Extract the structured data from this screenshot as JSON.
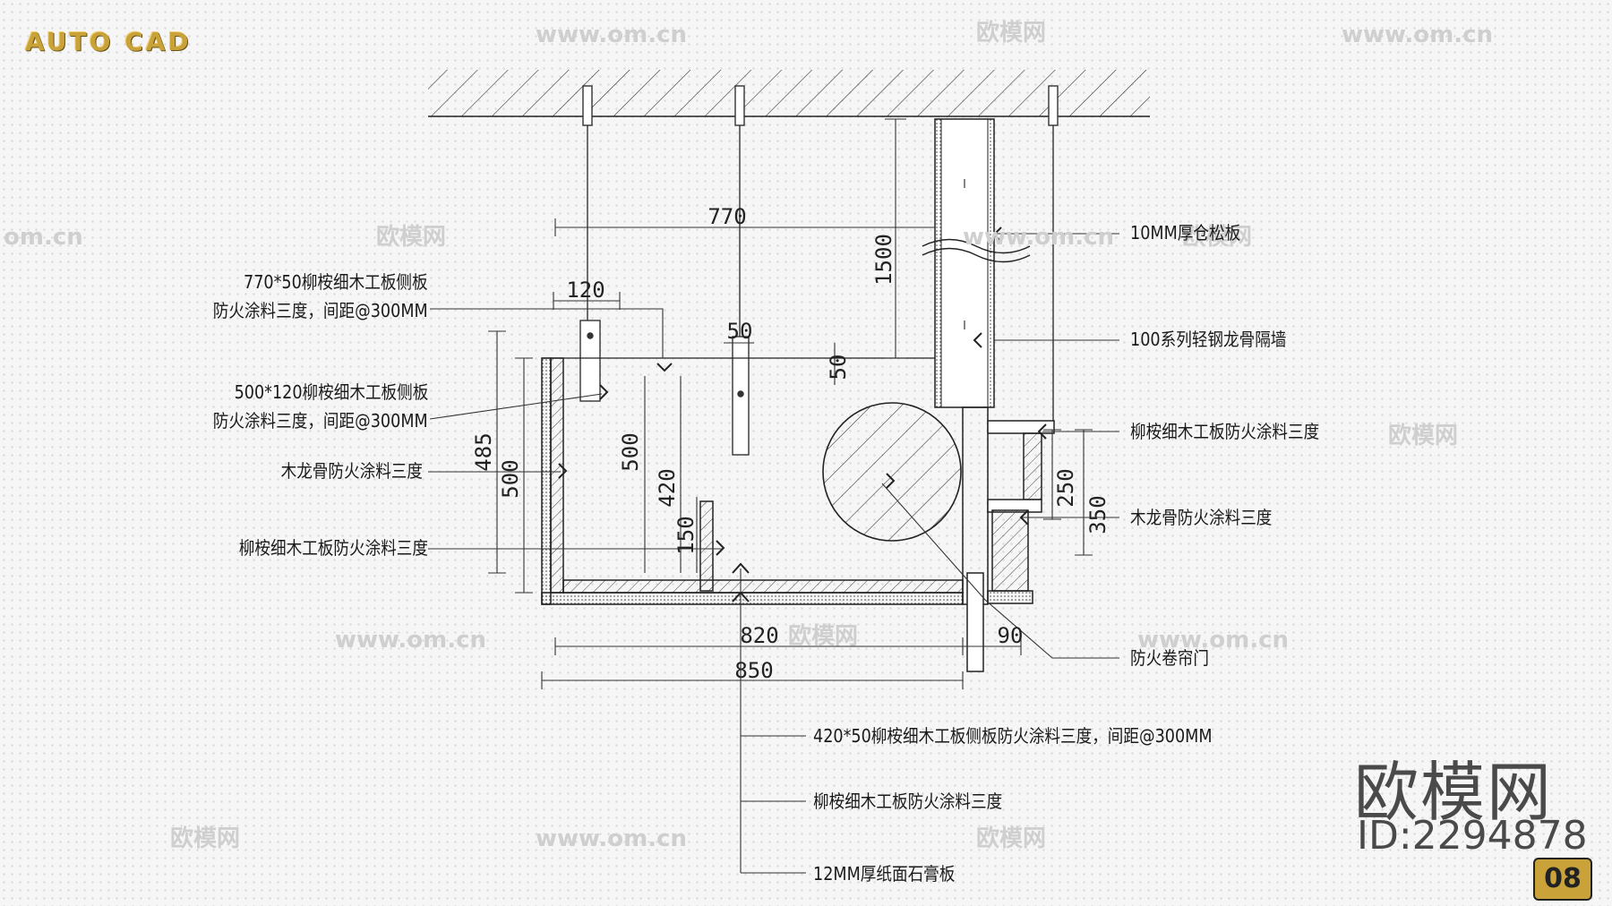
{
  "brand": {
    "logo_text": "AUTO CAD"
  },
  "page_number": "08",
  "watermark": {
    "site_name": "欧模网",
    "id_text": "ID:2294878",
    "url": "www.om.cn",
    "url_short": "om.cn"
  },
  "dimensions": {
    "d770": "770",
    "d120": "120",
    "d50_top": "50",
    "d50_side": "50",
    "d1500": "1500",
    "d485": "485",
    "d500_left": "500",
    "d500_inner": "500",
    "d420": "420",
    "d150": "150",
    "d820": "820",
    "d850": "850",
    "d90": "90",
    "d250": "250",
    "d350": "350"
  },
  "annotations": {
    "left": {
      "side_panel_770_line1": "770*50柳桉细木工板侧板",
      "side_panel_770_line2": "防火涂料三度，间距@300MM",
      "side_panel_500_line1": "500*120柳桉细木工板侧板",
      "side_panel_500_line2": "防火涂料三度，间距@300MM",
      "wood_keel": "木龙骨防火涂料三度",
      "plywood": "柳桉细木工板防火涂料三度"
    },
    "right": {
      "pine_board": "10MM厚仓松板",
      "steel_stud_wall": "100系列轻钢龙骨隔墙",
      "plywood": "柳桉细木工板防火涂料三度",
      "wood_keel": "木龙骨防火涂料三度",
      "fire_shutter": "防火卷帘门"
    },
    "bottom": {
      "side_panel_420": "420*50柳桉细木工板侧板防火涂料三度，间距@300MM",
      "plywood": "柳桉细木工板防火涂料三度",
      "gypsum_board": "12MM厚纸面石膏板"
    }
  }
}
